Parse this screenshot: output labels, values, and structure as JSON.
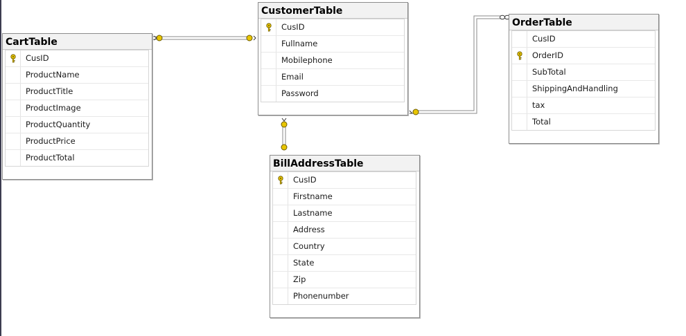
{
  "tables": {
    "cart": {
      "title": "CartTable",
      "columns": [
        {
          "name": "CusID",
          "key": true
        },
        {
          "name": "ProductName",
          "key": false
        },
        {
          "name": "ProductTitle",
          "key": false
        },
        {
          "name": "ProductImage",
          "key": false
        },
        {
          "name": "ProductQuantity",
          "key": false
        },
        {
          "name": "ProductPrice",
          "key": false
        },
        {
          "name": "ProductTotal",
          "key": false
        }
      ]
    },
    "customer": {
      "title": "CustomerTable",
      "columns": [
        {
          "name": "CusID",
          "key": true
        },
        {
          "name": "Fullname",
          "key": false
        },
        {
          "name": "Mobilephone",
          "key": false
        },
        {
          "name": "Email",
          "key": false
        },
        {
          "name": "Password",
          "key": false
        }
      ]
    },
    "order": {
      "title": "OrderTable",
      "columns": [
        {
          "name": "CusID",
          "key": false
        },
        {
          "name": "OrderID",
          "key": true
        },
        {
          "name": "SubTotal",
          "key": false
        },
        {
          "name": "ShippingAndHandling",
          "key": false
        },
        {
          "name": "tax",
          "key": false
        },
        {
          "name": "Total",
          "key": false
        }
      ]
    },
    "billaddress": {
      "title": "BillAddressTable",
      "columns": [
        {
          "name": "CusID",
          "key": true
        },
        {
          "name": "Firstname",
          "key": false
        },
        {
          "name": "Lastname",
          "key": false
        },
        {
          "name": "Address",
          "key": false
        },
        {
          "name": "Country",
          "key": false
        },
        {
          "name": "State",
          "key": false
        },
        {
          "name": "Zip",
          "key": false
        },
        {
          "name": "Phonenumber",
          "key": false
        }
      ]
    }
  },
  "icons": {
    "primary_key": "key-icon",
    "one_end": "one-key-end-icon",
    "many_end": "infinity-icon"
  },
  "colors": {
    "key": "#e8c500",
    "connector": "#8a8a8a",
    "border": "#8c8c8c"
  }
}
